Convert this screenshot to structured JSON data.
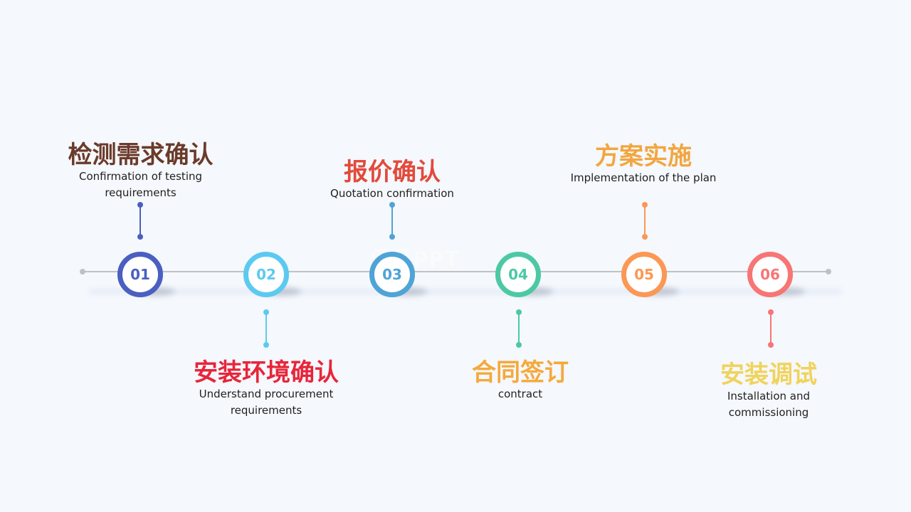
{
  "colors": {
    "background": "#f5f8fc",
    "line": "#bfc1c4",
    "description_text": "#1f1f1f"
  },
  "steps": [
    {
      "number": "01",
      "title": "检测需求确认",
      "description": "Confirmation of testing requirements",
      "node_color": "#4a5fc1",
      "title_color": "#6b3a2a",
      "label_position": "above"
    },
    {
      "number": "02",
      "title": "安装环境确认",
      "description": "Understand procurement requirements",
      "node_color": "#5ccaf0",
      "title_color": "#e8253a",
      "label_position": "below"
    },
    {
      "number": "03",
      "title": "报价确认",
      "description": "Quotation confirmation",
      "node_color": "#4fa3d6",
      "title_color": "#e24a3b",
      "label_position": "above"
    },
    {
      "number": "04",
      "title": "合同签订",
      "description": "contract",
      "node_color": "#4cc9a4",
      "title_color": "#f5a93b",
      "label_position": "below"
    },
    {
      "number": "05",
      "title": "方案实施",
      "description": "Implementation of the plan",
      "node_color": "#fb9855",
      "title_color": "#f2a640",
      "label_position": "above"
    },
    {
      "number": "06",
      "title": "安装调试",
      "description": "Installation and commissioning",
      "node_color": "#f87575",
      "title_color": "#f0d35c",
      "label_position": "below"
    }
  ]
}
